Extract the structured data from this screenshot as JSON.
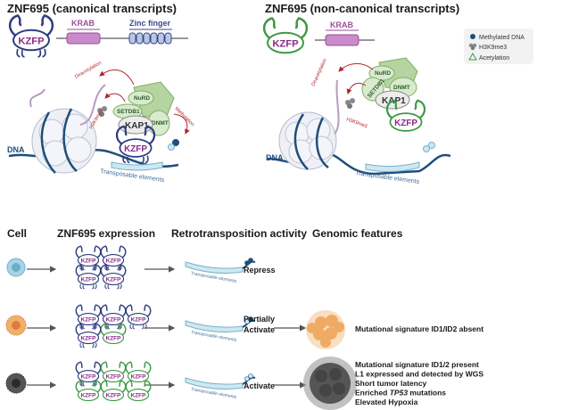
{
  "panels": {
    "canonical": {
      "title": "ZNF695 (canonical transcripts)",
      "krab": "KRAB",
      "zinc_finger": "Zinc finger",
      "kzfp": "KZFP",
      "dna": "DNA",
      "nurd": "NuRD",
      "setdb1": "SETDB1",
      "dnmt": "DNMT",
      "kap1": "KAP1",
      "deacetylation": "Deacetylation",
      "h3k9me3": "H3K9me3",
      "methylation": "Methylation",
      "te": "Transposable elements"
    },
    "noncanonical": {
      "title": "ZNF695 (non-canonical transcripts)",
      "krab": "KRAB",
      "kzfp": "KZFP",
      "dna": "DNA",
      "nurd": "NuRD",
      "setdb1": "SETDB1",
      "dnmt": "DNMT",
      "kap1": "KAP1",
      "deacetylation": "Deacetylation",
      "h3k9me3": "H3K9me3",
      "te": "Transposable elements"
    }
  },
  "legend": {
    "items": [
      "Methylated DNA",
      "H3K9me3",
      "Acetylation"
    ]
  },
  "bottom": {
    "headers": [
      "Cell",
      "ZNF695 expression",
      "Retrotransposition activity",
      "Genomic features"
    ],
    "crab_label": "KZFP",
    "te_label": "Transposable elements",
    "rows": [
      {
        "activity": [
          "Repress"
        ],
        "features": [],
        "canonical_count": 4,
        "noncanonical_count": 0
      },
      {
        "activity": [
          "Partially",
          "Activate"
        ],
        "features": [
          "Mutational signature ID1/ID2 absent"
        ],
        "canonical_count": 4,
        "noncanonical_count": 1
      },
      {
        "activity": [
          "Activate"
        ],
        "features": [
          "Mutational signature ID1/2 present",
          "L1 expressed and detected by WGS",
          "Short tumor latency",
          "Enriched TP53 mutations",
          "Elevated Hypoxia"
        ],
        "canonical_count": 1,
        "noncanonical_count": 5
      }
    ]
  },
  "colors": {
    "canonical": "#2e3d80",
    "noncanonical": "#3d9a45",
    "krab": "#9b4d9b",
    "zinc": "#3a4a8a",
    "red": "#b3262b",
    "complex": "#d8ebcc",
    "dna": "#1f4e79"
  }
}
